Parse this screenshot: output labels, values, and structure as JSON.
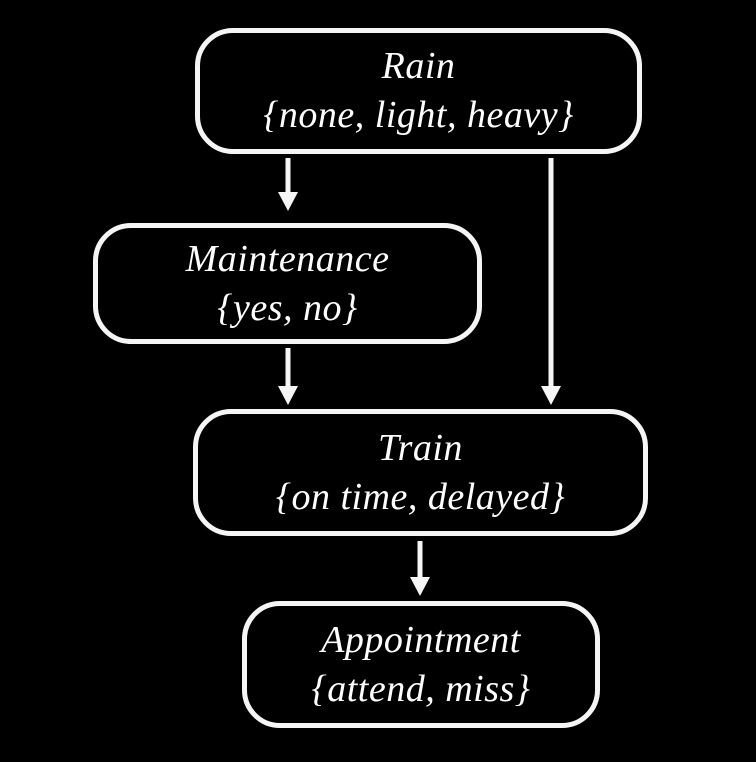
{
  "diagram": {
    "kind": "bayesian-network",
    "colors": {
      "background": "#000000",
      "node_border": "#f5f5f5",
      "text": "#ffffff",
      "arrow": "#f5f5f5"
    },
    "nodes": [
      {
        "id": "rain",
        "label": "Rain",
        "domain": "{none, light, heavy}"
      },
      {
        "id": "maintenance",
        "label": "Maintenance",
        "domain": "{yes, no}"
      },
      {
        "id": "train",
        "label": "Train",
        "domain": "{on time, delayed}"
      },
      {
        "id": "appointment",
        "label": "Appointment",
        "domain": "{attend, miss}"
      }
    ],
    "edges": [
      {
        "from": "Rain",
        "to": "Maintenance"
      },
      {
        "from": "Rain",
        "to": "Train"
      },
      {
        "from": "Maintenance",
        "to": "Train"
      },
      {
        "from": "Train",
        "to": "Appointment"
      }
    ]
  }
}
